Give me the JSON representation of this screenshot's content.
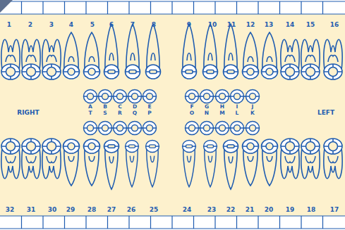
{
  "diagram": {
    "labels": [
      "1",
      "2",
      "3",
      "4",
      "5",
      "6",
      "7",
      "8",
      "9",
      "10",
      "11",
      "12",
      "13",
      "14",
      "15",
      "16",
      "RIGHT",
      "A",
      "B",
      "C",
      "D",
      "E",
      "F",
      "G",
      "H",
      "I",
      "J",
      "T",
      "S",
      "R",
      "Q",
      "P",
      "O",
      "N",
      "M",
      "L",
      "K",
      "LEFT",
      "32",
      "31",
      "30",
      "29",
      "28",
      "27",
      "26",
      "25",
      "24",
      "23",
      "22",
      "21",
      "20",
      "19",
      "18",
      "17"
    ]
  }
}
